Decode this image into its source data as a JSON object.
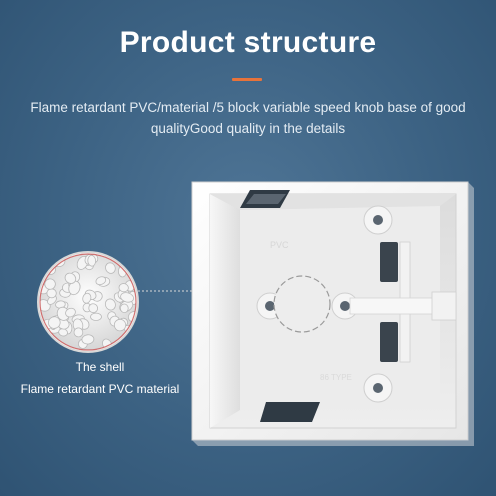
{
  "header": {
    "title": "Product structure",
    "description": "Flame retardant PVC/material /5 block variable speed knob base of good qualityGood quality in the details"
  },
  "callout": {
    "title": "The shell",
    "subtitle": "Flame retardant PVC material"
  },
  "colors": {
    "background": "#3c6283",
    "accent": "#e8733a",
    "callout_dot": "#e0262b"
  },
  "icons": [
    "pvc-granules-image",
    "junction-box-image"
  ]
}
